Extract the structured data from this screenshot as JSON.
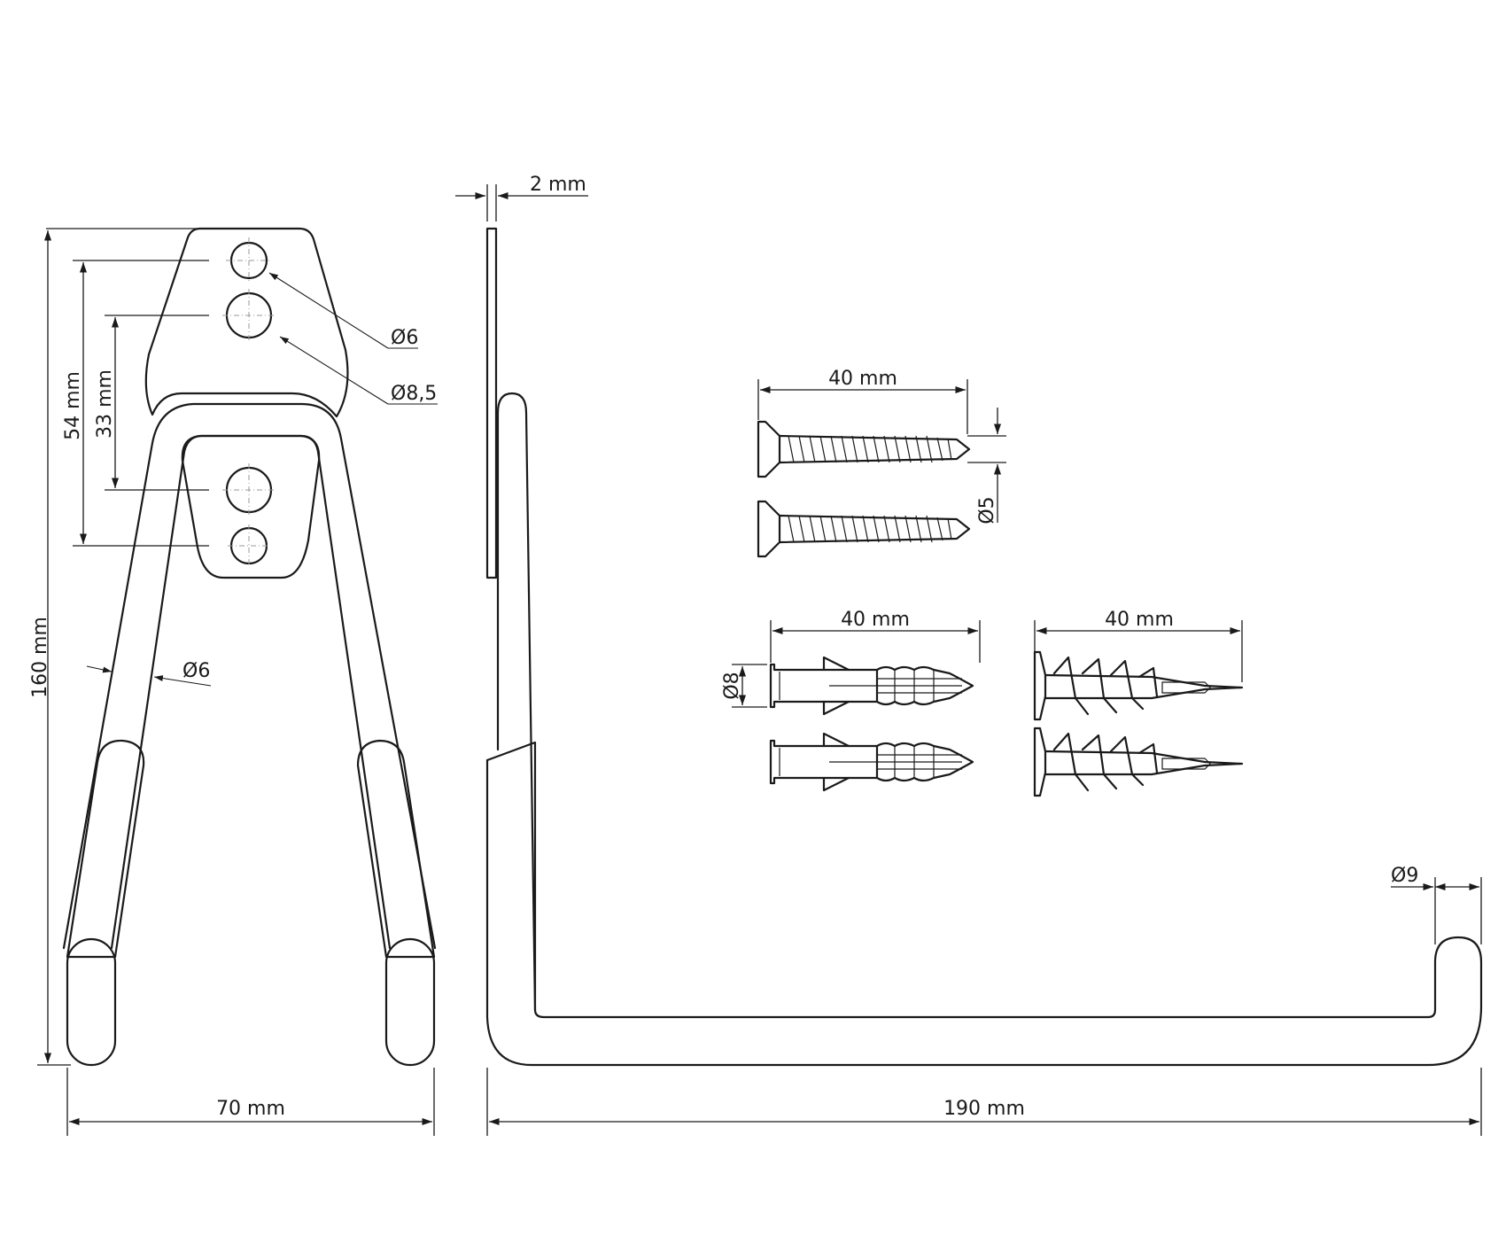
{
  "colors": {
    "line": "#1a1a1a",
    "centerline": "#9a9a9a",
    "background": "#ffffff"
  },
  "front_view": {
    "height_label": "160 mm",
    "width_label": "70 mm",
    "hole_spacing_outer_label": "54 mm",
    "hole_spacing_inner_label": "33 mm",
    "small_hole_label": "Ø6",
    "large_hole_label": "Ø8,5",
    "rod_label": "Ø6"
  },
  "side_view": {
    "thickness_label": "2 mm",
    "length_label": "190 mm",
    "tip_label": "Ø9"
  },
  "hardware": {
    "screw_length_label": "40 mm",
    "screw_diameter_label": "Ø5",
    "plug_length_label": "40 mm",
    "plug_diameter_label": "Ø8",
    "anchor_length_label": "40 mm"
  }
}
